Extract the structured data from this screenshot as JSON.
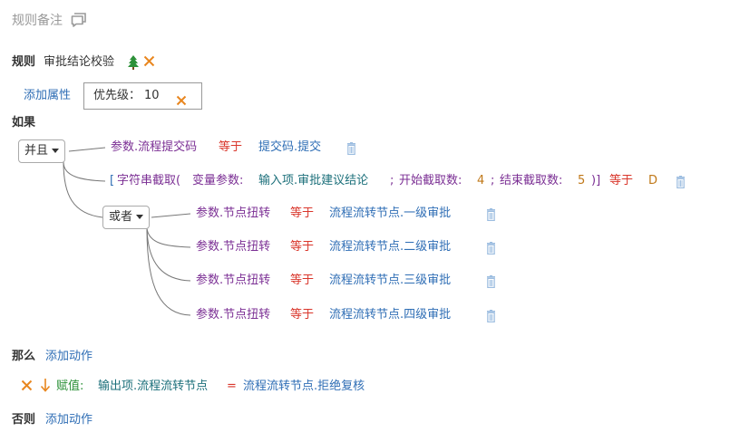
{
  "header": {
    "title": "规则备注"
  },
  "rule": {
    "label": "规则",
    "name": "审批结论校验"
  },
  "add_attr": "添加属性",
  "priority": {
    "label": "优先级：",
    "value": "10"
  },
  "if_label": "如果",
  "root_op": "并且",
  "sub_op": "或者",
  "conditions": [
    {
      "left": "参数.流程提交码",
      "op": "等于",
      "right": "提交码.提交"
    },
    {
      "func": "字符串截取(",
      "var_label": "变量参数:",
      "var_value": "输入项.审批建议结论",
      "start_label": "开始截取数:",
      "start_value": "4",
      "end_label": "结束截取数:",
      "end_value": "5",
      "close": ")]",
      "op": "等于",
      "right": "D"
    }
  ],
  "or_conditions": [
    {
      "left": "参数.节点扭转",
      "op": "等于",
      "right": "流程流转节点.一级审批"
    },
    {
      "left": "参数.节点扭转",
      "op": "等于",
      "right": "流程流转节点.二级审批"
    },
    {
      "left": "参数.节点扭转",
      "op": "等于",
      "right": "流程流转节点.三级审批"
    },
    {
      "left": "参数.节点扭转",
      "op": "等于",
      "right": "流程流转节点.四级审批"
    }
  ],
  "then": {
    "label": "那么",
    "add_action": "添加动作",
    "action": {
      "type": "赋值:",
      "target": "输出项.流程流转节点",
      "eq": "=",
      "value": "流程流转节点.拒绝复核"
    }
  },
  "else": {
    "label": "否则",
    "add_action": "添加动作"
  },
  "colors": {
    "accent": "#2f6eb5",
    "op_red": "#d9362b",
    "var_purple": "#7b2f94",
    "value_blue": "#2f6eb5",
    "tree_green": "#2d9139",
    "orange": "#e8871f"
  }
}
